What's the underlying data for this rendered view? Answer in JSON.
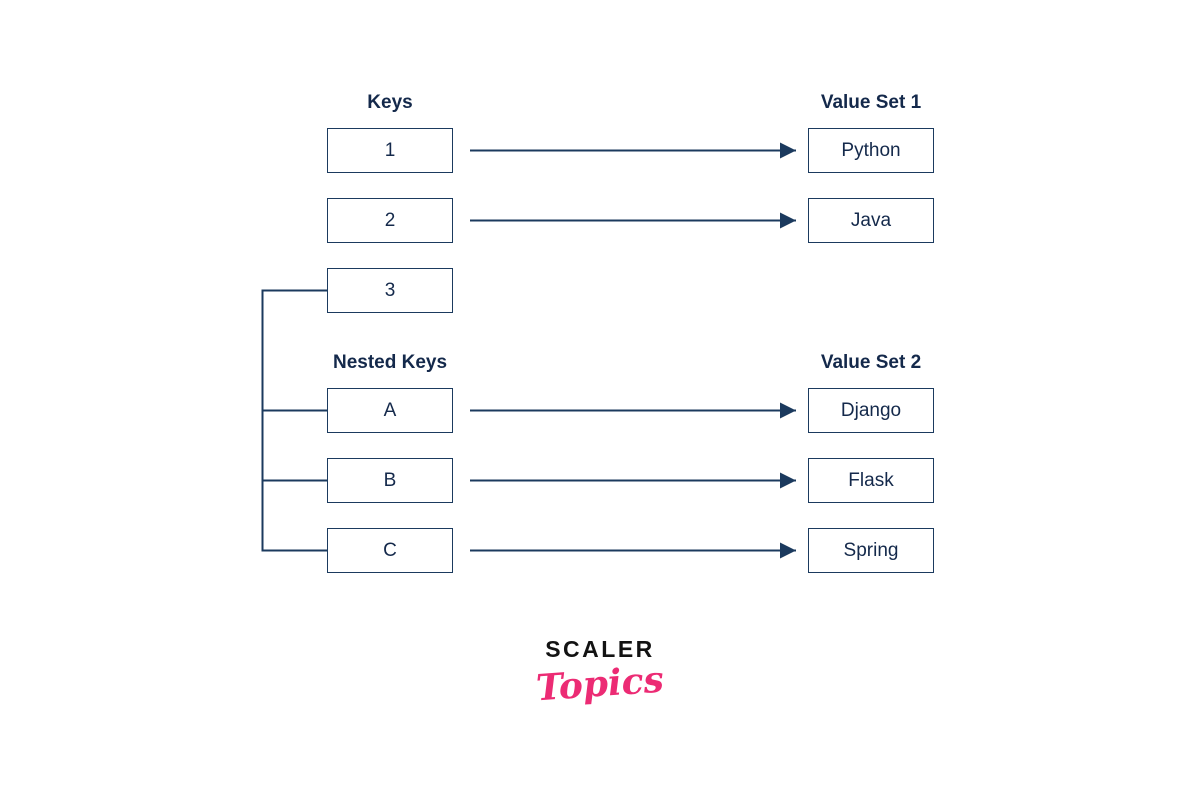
{
  "colors": {
    "line": "#1b3a5e",
    "text": "#14294b",
    "logo_black": "#131313",
    "logo_pink": "#ec2b74"
  },
  "sections": {
    "keys": {
      "title": "Keys",
      "items": [
        "1",
        "2",
        "3"
      ]
    },
    "value_set_1": {
      "title": "Value Set 1",
      "items": [
        "Python",
        "Java"
      ]
    },
    "nested_keys": {
      "title": "Nested Keys",
      "items": [
        "A",
        "B",
        "C"
      ]
    },
    "value_set_2": {
      "title": "Value Set 2",
      "items": [
        "Django",
        "Flask",
        "Spring"
      ]
    }
  },
  "logo": {
    "brand": "SCALER",
    "wordmark": "Topics"
  }
}
